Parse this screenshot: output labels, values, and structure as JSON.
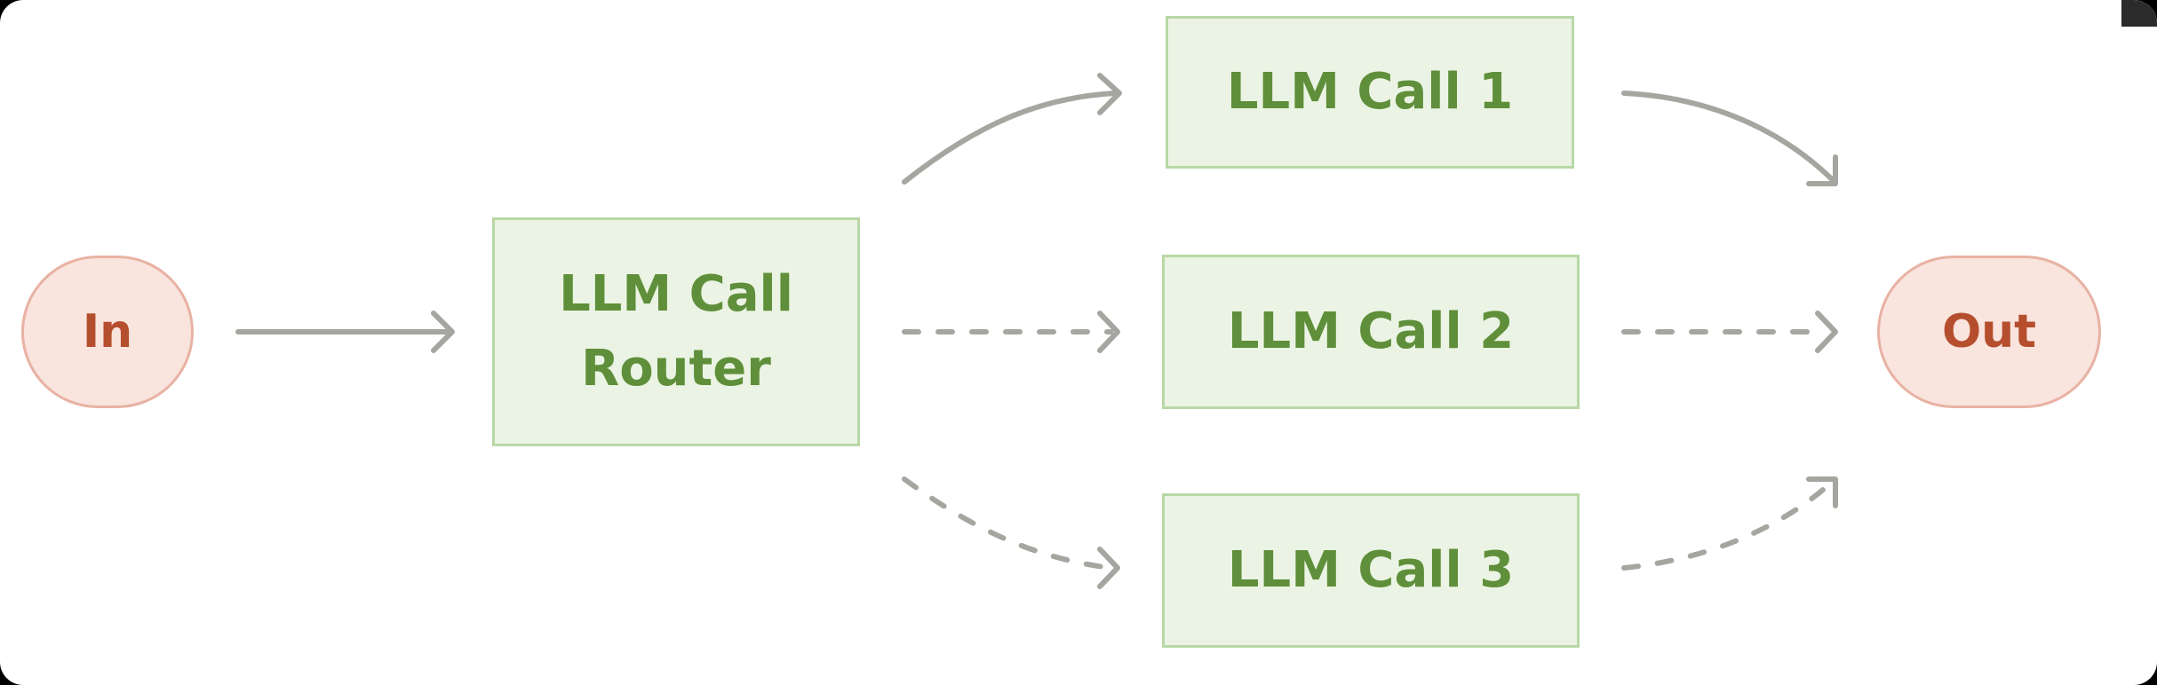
{
  "nodes": {
    "input": "In",
    "output": "Out",
    "router": [
      "LLM Call",
      "Router"
    ],
    "calls": [
      "LLM Call 1",
      "LLM Call 2",
      "LLM Call 3"
    ]
  },
  "colors": {
    "terminal_fill": "#f9e4de",
    "terminal_stroke": "#e8b2a3",
    "terminal_text": "#b54e2d",
    "llm_fill": "#ebf4e4",
    "llm_stroke": "#b8d8a6",
    "llm_text": "#5f8f3a",
    "arrow": "#a6a6a1"
  }
}
